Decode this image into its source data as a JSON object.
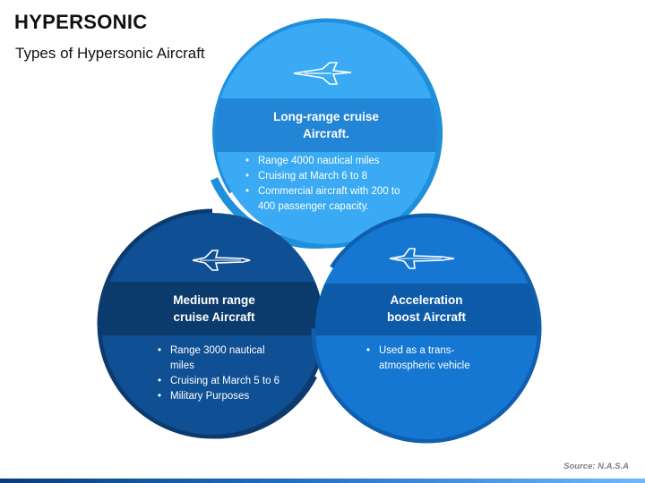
{
  "header": {
    "title": "HYPERSONIC",
    "subtitle": "Types of Hypersonic Aircraft"
  },
  "cards": [
    {
      "id": "long-range",
      "icon": "jet-aircraft-icon",
      "title_lines": [
        "Long-range cruise",
        "Aircraft."
      ],
      "bullets": [
        "Range 4000 nautical miles",
        "Cruising at March 6 to 8",
        "Commercial aircraft with 200 to 400 passenger capacity."
      ],
      "colors": {
        "ring": "#1f8fdc",
        "fill": "#3aaaf4",
        "band": "#2385d6"
      }
    },
    {
      "id": "medium-range",
      "icon": "jet-aircraft-icon",
      "title_lines": [
        "Medium range",
        "cruise Aircraft"
      ],
      "bullets": [
        "Range 3000 nautical miles",
        "Cruising at March 5 to 6",
        "Military  Purposes"
      ],
      "colors": {
        "ring": "#0d3a6e",
        "fill": "#0f4f93",
        "band": "#0b3a6d"
      }
    },
    {
      "id": "acceleration",
      "icon": "jet-aircraft-icon",
      "title_lines": [
        "Acceleration",
        "boost Aircraft"
      ],
      "bullets": [
        "Used as a trans-atmospheric vehicle"
      ],
      "colors": {
        "ring": "#0f5fae",
        "fill": "#1577d2",
        "band": "#0d5aa8"
      }
    }
  ],
  "footer": {
    "source": "Source: N.A.S.A"
  }
}
